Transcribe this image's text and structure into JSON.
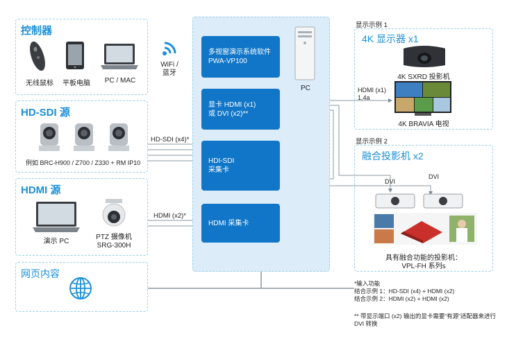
{
  "controller": {
    "title": "控制器",
    "items": [
      "无线鼠标",
      "平板电脑",
      "PC / MAC"
    ]
  },
  "wifi_label": "WiFi /\n蓝牙",
  "hdsdi": {
    "title": "HD-SDI 源",
    "caption": "例如 BRC-H900 / Z700 / Z330 + RM IP10",
    "link_label": "HD-SDI (x4)*"
  },
  "hdmi": {
    "title": "HDMI 源",
    "items": [
      "演示 PC",
      "PTZ 摄像机\nSRG-300H"
    ],
    "link_label": "HDMI (x2)*"
  },
  "web": {
    "title": "网页内容"
  },
  "pc_panel": {
    "pc_label": "PC",
    "boxes": [
      "多视窗演示系统软件\nPWA-VP100",
      "显卡 HDMI (x1)\n或 DVI (x2)**",
      "HDI-SDI\n采集卡",
      "HDMI 采集卡"
    ]
  },
  "example1": {
    "caption": "显示示例 1",
    "title": "4K 显示器 x1",
    "link_label": "HDMI (x1)\n1.4a",
    "items": [
      "4K SXRD 投影机",
      "4K BRAVIA 电视"
    ]
  },
  "example2": {
    "caption": "显示示例 2",
    "title": "融合投影机 x2",
    "dvi1": "DVI",
    "dvi2": "DVI",
    "projector_label": "具有融合功能的投影机：\nVPL-FH 系列s"
  },
  "notes": {
    "star": "*输入功能\n结合示例 1：HD-SDI (x4) + HDMI (x2)\n结合示例 2：HDMI (x2) + HDMI (x2)",
    "dstar": "** 带显示端口 (x2) 输出的显卡需要“有源”适配器来进行\n  DVI 转换"
  }
}
